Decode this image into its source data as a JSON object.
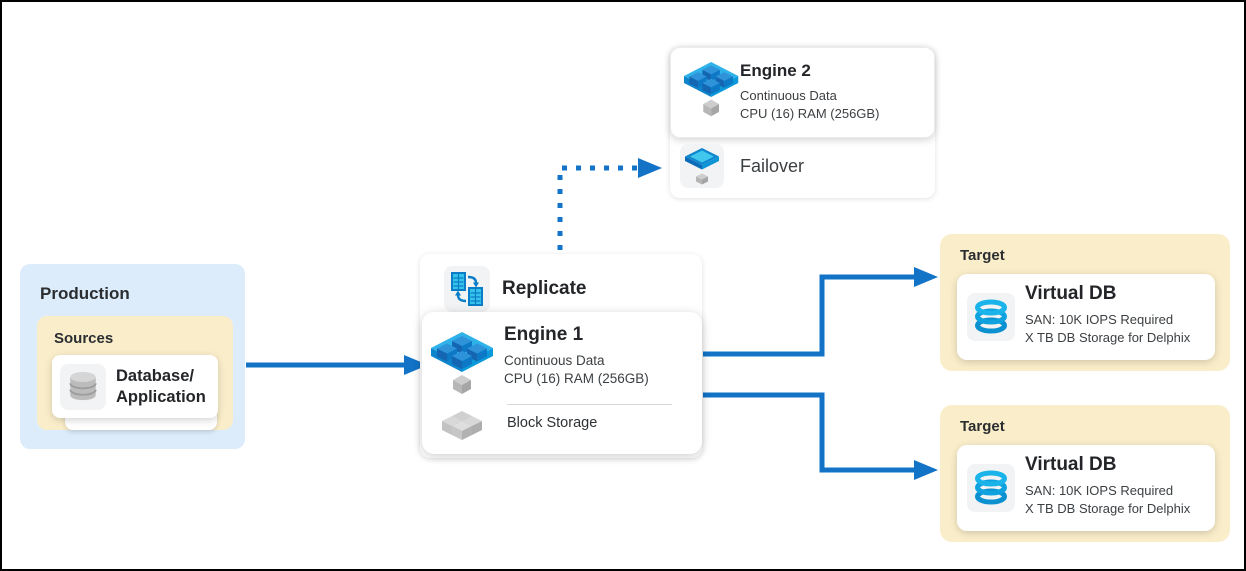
{
  "colors": {
    "arrow": "#1273c7",
    "production_bg": "#dcecfa",
    "group_bg": "#faeeca",
    "engine_blue": "#2eb2e9",
    "icon_bg": "#f1f3f4"
  },
  "icons": {
    "engine": "isometric-platform-with-cubes",
    "failover": "isometric-platform-tray",
    "replicate": "sync-two-documents",
    "block_storage": "gray-cube-cluster",
    "database": "gray-database-cylinder",
    "virtual_db": "blue-stacked-rings"
  },
  "production": {
    "title": "Production",
    "sources": {
      "title": "Sources",
      "card": {
        "line1": "Database/",
        "line2": "Application"
      }
    }
  },
  "replicate": {
    "label": "Replicate"
  },
  "engine1": {
    "title": "Engine 1",
    "line1": "Continuous Data",
    "line2": "CPU (16) RAM (256GB)",
    "storage_label": "Block Storage"
  },
  "engine2": {
    "title": "Engine 2",
    "line1": "Continuous Data",
    "line2": "CPU (16) RAM (256GB)"
  },
  "failover": {
    "label": "Failover"
  },
  "targets": [
    {
      "title": "Target",
      "card": {
        "title": "Virtual DB",
        "line1": "SAN: 10K IOPS Required",
        "line2": "X TB DB Storage for Delphix"
      }
    },
    {
      "title": "Target",
      "card": {
        "title": "Virtual DB",
        "line1": "SAN: 10K IOPS Required",
        "line2": "X TB DB Storage for Delphix"
      }
    }
  ]
}
